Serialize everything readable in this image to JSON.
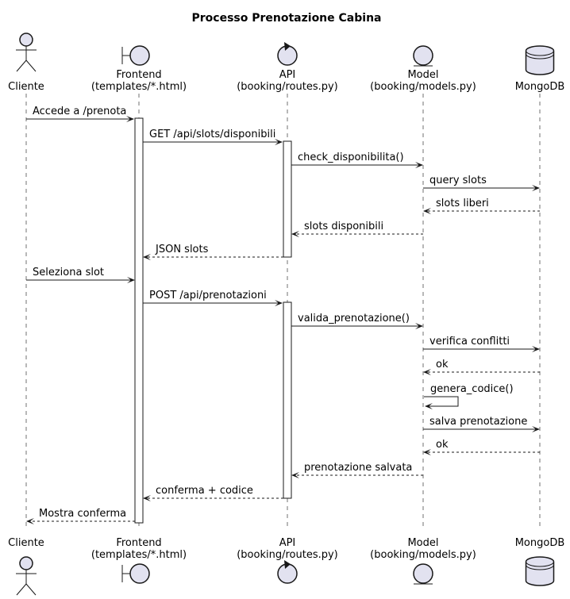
{
  "title": "Processo Prenotazione Cabina",
  "participants": [
    {
      "id": "cliente",
      "kind": "actor",
      "lines": [
        "Cliente"
      ]
    },
    {
      "id": "frontend",
      "kind": "boundary",
      "lines": [
        "Frontend",
        "(templates/*.html)"
      ]
    },
    {
      "id": "api",
      "kind": "control",
      "lines": [
        "API",
        "(booking/routes.py)"
      ]
    },
    {
      "id": "model",
      "kind": "entity",
      "lines": [
        "Model",
        "(booking/models.py)"
      ]
    },
    {
      "id": "mongodb",
      "kind": "database",
      "lines": [
        "MongoDB"
      ]
    }
  ],
  "messages": [
    {
      "from": "cliente",
      "to": "frontend",
      "label": "Accede a /prenota",
      "style": "solid"
    },
    {
      "from": "frontend",
      "to": "api",
      "label": "GET /api/slots/disponibili",
      "style": "solid"
    },
    {
      "from": "api",
      "to": "model",
      "label": "check_disponibilita()",
      "style": "solid"
    },
    {
      "from": "model",
      "to": "mongodb",
      "label": "query slots",
      "style": "solid"
    },
    {
      "from": "mongodb",
      "to": "model",
      "label": "slots liberi",
      "style": "dashed"
    },
    {
      "from": "model",
      "to": "api",
      "label": "slots disponibili",
      "style": "dashed"
    },
    {
      "from": "api",
      "to": "frontend",
      "label": "JSON slots",
      "style": "dashed"
    },
    {
      "from": "cliente",
      "to": "frontend",
      "label": "Seleziona slot",
      "style": "solid"
    },
    {
      "from": "frontend",
      "to": "api",
      "label": "POST /api/prenotazioni",
      "style": "solid"
    },
    {
      "from": "api",
      "to": "model",
      "label": "valida_prenotazione()",
      "style": "solid"
    },
    {
      "from": "model",
      "to": "mongodb",
      "label": "verifica conflitti",
      "style": "solid"
    },
    {
      "from": "mongodb",
      "to": "model",
      "label": "ok",
      "style": "dashed"
    },
    {
      "from": "model",
      "to": "model",
      "label": "genera_codice()",
      "style": "solid"
    },
    {
      "from": "model",
      "to": "mongodb",
      "label": "salva prenotazione",
      "style": "solid"
    },
    {
      "from": "mongodb",
      "to": "model",
      "label": "ok",
      "style": "dashed"
    },
    {
      "from": "model",
      "to": "api",
      "label": "prenotazione salvata",
      "style": "dashed"
    },
    {
      "from": "api",
      "to": "frontend",
      "label": "conferma + codice",
      "style": "dashed"
    },
    {
      "from": "frontend",
      "to": "cliente",
      "label": "Mostra conferma",
      "style": "dashed"
    }
  ],
  "activations": [
    {
      "participant": "frontend",
      "from_message": 0,
      "to_message": 17
    },
    {
      "participant": "api",
      "from_message": 1,
      "to_message": 6
    },
    {
      "participant": "api",
      "from_message": 8,
      "to_message": 16
    }
  ]
}
